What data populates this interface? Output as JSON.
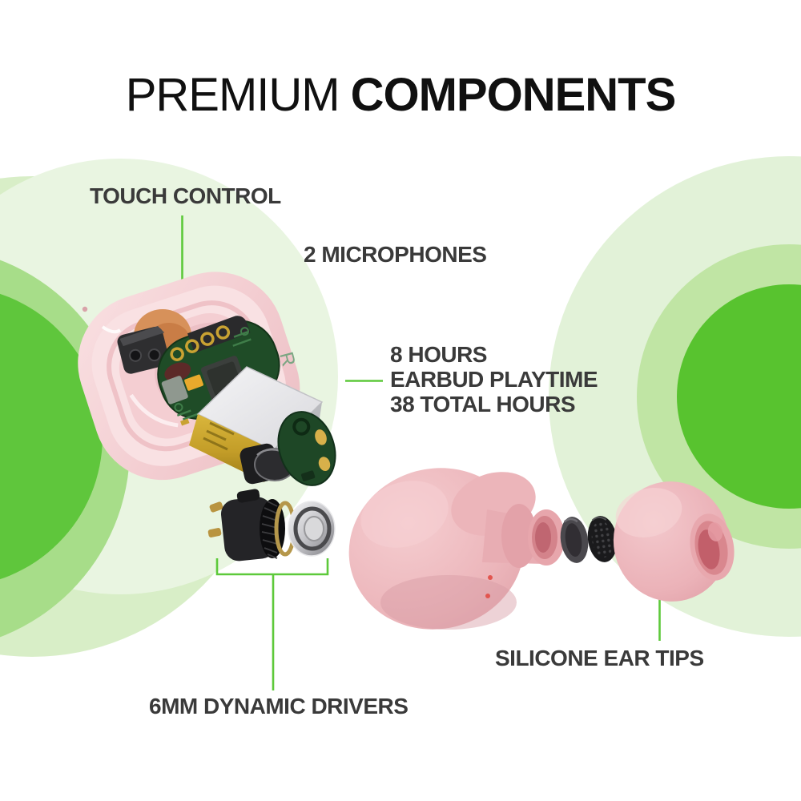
{
  "title": {
    "word_light": "PREMIUM",
    "word_bold": "COMPONENTS"
  },
  "callouts": {
    "touch_control": {
      "label": "TOUCH CONTROL"
    },
    "microphones": {
      "label": "2 MICROPHONES"
    },
    "battery": {
      "line1": "8 HOURS",
      "line2": "EARBUD PLAYTIME",
      "line3": "38 TOTAL HOURS"
    },
    "ear_tips": {
      "label": "SILICONE EAR TIPS"
    },
    "drivers": {
      "label": "6MM DYNAMIC DRIVERS"
    }
  },
  "illustration": {
    "pcb_marking": "R"
  },
  "colors": {
    "accent_line_green": "#5dc93a",
    "circle_bright_green": "#5cc336",
    "circle_medium_green": "#a7dd89",
    "circle_pale_green": "#d8eec7",
    "circle_faint_green": "#e9f5e1",
    "right_circle_pale": "#e2f2d8",
    "right_circle_medium": "#c0e5a4",
    "right_circle_bright": "#58c32f",
    "label_text": "#3a3a3a",
    "title_text": "#101010",
    "earbud_pink": "#eebabe"
  }
}
